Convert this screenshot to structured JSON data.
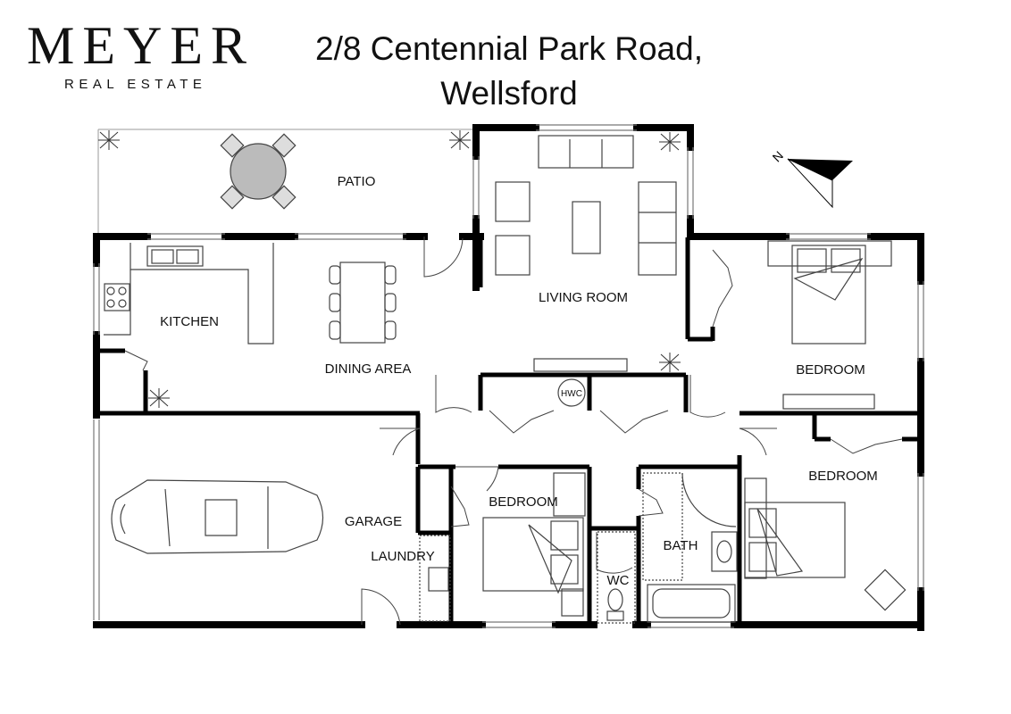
{
  "logo": {
    "name": "MEYER",
    "tagline": "REAL ESTATE"
  },
  "address": {
    "line1": "2/8 Centennial Park Road,",
    "line2": "Wellsford"
  },
  "compass": {
    "label": "N"
  },
  "rooms": {
    "patio": "PATIO",
    "living": "LIVING ROOM",
    "kitchen": "KITCHEN",
    "dining": "DINING AREA",
    "bedroom_ne": "BEDROOM",
    "hwc": "HWC",
    "garage": "GARAGE",
    "laundry": "LAUNDRY",
    "bedroom_center": "BEDROOM",
    "bedroom_se": "BEDROOM",
    "bath": "BATH",
    "wc": "WC"
  }
}
